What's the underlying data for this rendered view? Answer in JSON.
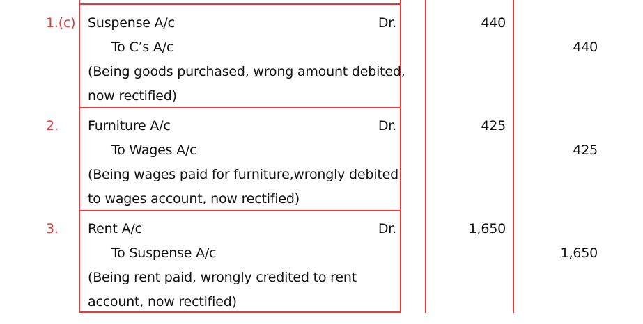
{
  "journal": {
    "entries": [
      {
        "number": "1.(c)",
        "debit_account": "Suspense A/c",
        "dr_label": "Dr.",
        "credit_account": "To C’s A/c",
        "narration_line1": "(Being goods purchased, wrong amount debited,",
        "narration_line2": "now rectified)",
        "debit_amount": "440",
        "credit_amount": "440"
      },
      {
        "number": "2.",
        "debit_account": "Furniture A/c",
        "dr_label": "Dr.",
        "credit_account": "To Wages A/c",
        "narration_line1": "(Being wages paid for furniture,wrongly debited",
        "narration_line2": "to wages account, now rectified)",
        "debit_amount": "425",
        "credit_amount": "425"
      },
      {
        "number": "3.",
        "debit_account": "Rent A/c",
        "dr_label": "Dr.",
        "credit_account": "To Suspense A/c",
        "narration_line1": "(Being rent paid, wrongly credited to rent",
        "narration_line2": "account, now rectified)",
        "debit_amount": "1,650",
        "credit_amount": "1,650"
      }
    ]
  },
  "colors": {
    "rule_lines": "#e23b3b",
    "entry_number": "#e23b3b",
    "text": "#111111"
  }
}
